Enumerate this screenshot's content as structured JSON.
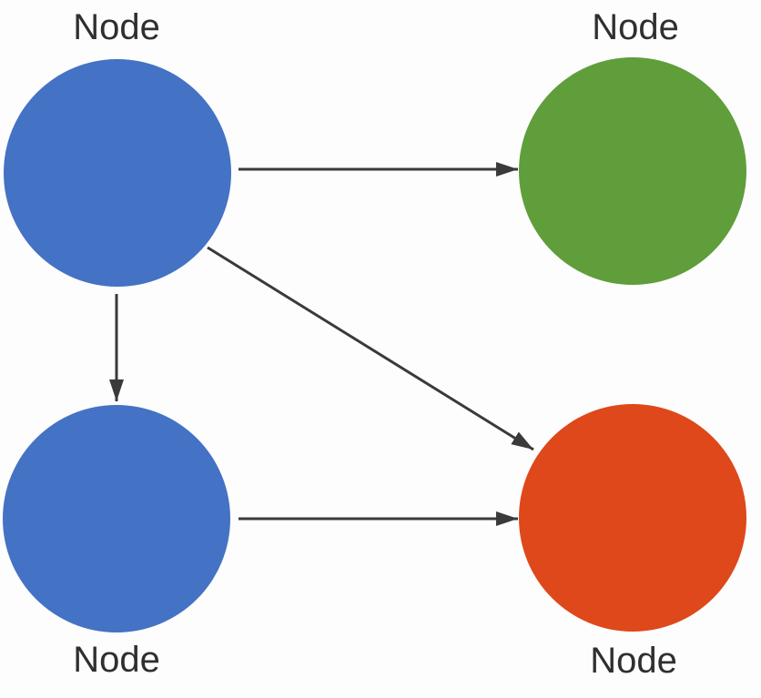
{
  "diagram": {
    "background_color": "#fdfdfd",
    "edge_color": "#3a3a3a",
    "label_color": "#2f2f2f",
    "nodes": [
      {
        "id": "top-left",
        "label": "Node",
        "shape": "circle",
        "color": "#4472c4",
        "label_position": "above"
      },
      {
        "id": "top-right",
        "label": "Node",
        "shape": "circle",
        "color": "#5f9e3b",
        "label_position": "above"
      },
      {
        "id": "bottom-left",
        "label": "Node",
        "shape": "circle",
        "color": "#4472c4",
        "label_position": "below"
      },
      {
        "id": "bottom-right",
        "label": "Node",
        "shape": "circle",
        "color": "#de481b",
        "label_position": "below"
      }
    ],
    "edges": [
      {
        "from": "top-left",
        "to": "top-right",
        "style": "arrow"
      },
      {
        "from": "top-left",
        "to": "bottom-left",
        "style": "arrow"
      },
      {
        "from": "top-left",
        "to": "bottom-right",
        "style": "arrow"
      },
      {
        "from": "bottom-left",
        "to": "bottom-right",
        "style": "arrow"
      }
    ]
  }
}
